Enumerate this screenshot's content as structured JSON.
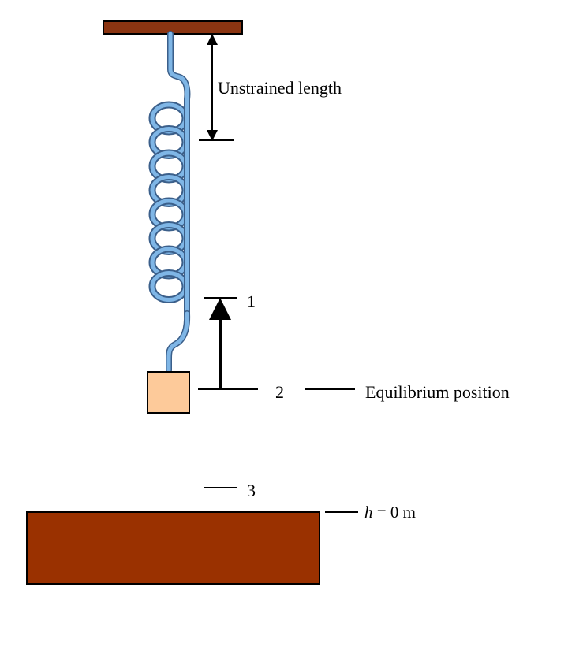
{
  "labels": {
    "unstrained_length": "Unstrained length",
    "position_1": "1",
    "position_2": "2",
    "equilibrium": "Equilibrium position",
    "position_3": "3",
    "h_symbol": "h",
    "h_value": " = 0 m"
  },
  "colors": {
    "ceiling": "#8b3512",
    "ground": "#9a3100",
    "mass": "#fdca9a",
    "spring": "#7fb6e6",
    "spring_outline": "#3b5f8a",
    "line": "#000000"
  }
}
